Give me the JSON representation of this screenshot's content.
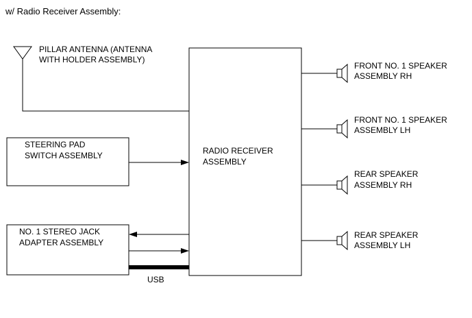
{
  "title": "w/ Radio Receiver Assembly:",
  "antenna": {
    "line1": "PILLAR ANTENNA (ANTENNA",
    "line2": "WITH HOLDER ASSEMBLY)"
  },
  "receiver": {
    "line1": "RADIO RECEIVER",
    "line2": "ASSEMBLY"
  },
  "steering": {
    "line1": "STEERING PAD",
    "line2": "SWITCH ASSEMBLY"
  },
  "jack": {
    "line1": "NO. 1 STEREO JACK",
    "line2": "ADAPTER ASSEMBLY"
  },
  "usb_label": "USB",
  "speakers": [
    {
      "line1": "FRONT NO. 1 SPEAKER",
      "line2": "ASSEMBLY RH"
    },
    {
      "line1": "FRONT NO. 1 SPEAKER",
      "line2": "ASSEMBLY LH"
    },
    {
      "line1": "REAR SPEAKER",
      "line2": "ASSEMBLY RH"
    },
    {
      "line1": "REAR SPEAKER",
      "line2": "ASSEMBLY LH"
    }
  ]
}
